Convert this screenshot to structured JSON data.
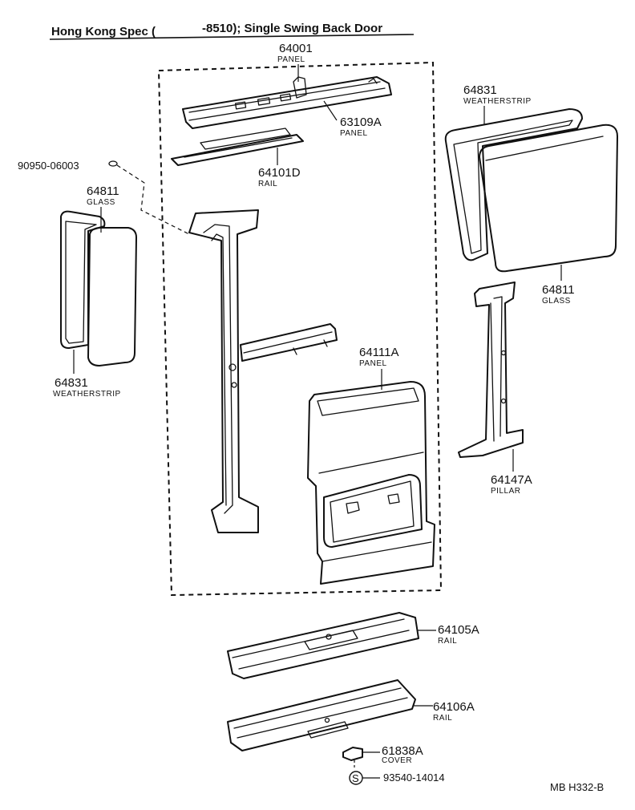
{
  "header": {
    "title_left": "Hong Kong Spec (",
    "title_right": "-8510); Single Swing Back Door"
  },
  "parts": [
    {
      "number": "64001",
      "name": "PANEL"
    },
    {
      "number": "63109A",
      "name": "PANEL"
    },
    {
      "number": "64101D",
      "name": "RAIL"
    },
    {
      "number": "90950-06003",
      "name": ""
    },
    {
      "number": "64811",
      "name": "GLASS"
    },
    {
      "number": "64831",
      "name": "WEATHERSTRIP"
    },
    {
      "number": "64831",
      "name": "WEATHERSTRIP"
    },
    {
      "number": "64811",
      "name": "GLASS"
    },
    {
      "number": "64111A",
      "name": "PANEL"
    },
    {
      "number": "64147A",
      "name": "PILLAR"
    },
    {
      "number": "64105A",
      "name": "RAIL"
    },
    {
      "number": "64106A",
      "name": "RAIL"
    },
    {
      "number": "61838A",
      "name": "COVER"
    },
    {
      "number": "93540-14014",
      "name": ""
    }
  ],
  "screw_symbol": "S",
  "footer": {
    "reference": "MB H332-B"
  }
}
